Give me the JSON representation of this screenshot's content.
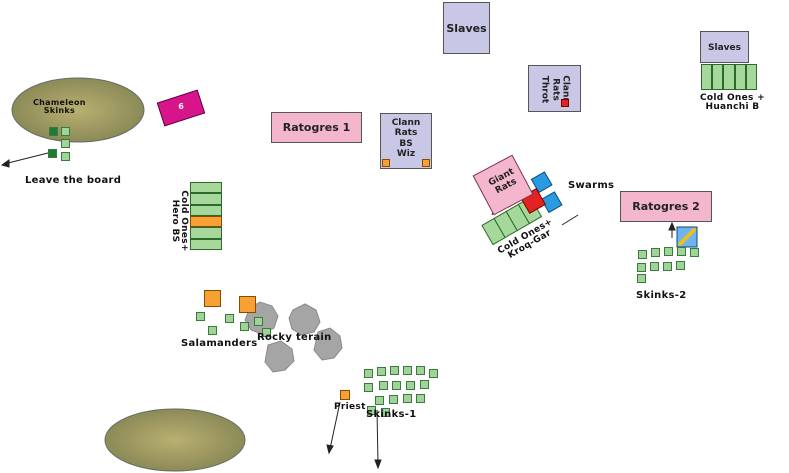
{
  "units": {
    "slaves_top": "Slaves",
    "slaves_right": "Slaves",
    "ratogres_1": "Ratogres 1",
    "ratogres_2": "Ratogres 2",
    "clann_rats_bs_wiz": "Clann\nRats\nBS\nWiz",
    "clann_rats_throt": "Clann\nRats\nThrot",
    "giant_rats": "Giant\nRats",
    "small_magenta_unit": "6"
  },
  "labels": {
    "chameleon_skinks": "Chameleon\nSkinks",
    "leave_the_board": "Leave the board",
    "cold_ones_hero_bs": "Cold Ones+\nHero BS",
    "cold_ones_huanchi": "Cold Ones +\nHuanchi B",
    "cold_ones_kroq_gar": "Cold Ones+\nKroq-Gar",
    "swarms": "Swarms",
    "skinks_2": "Skinks-2",
    "salamanders": "Salamanders",
    "rocky_terrain": "Rocky terain",
    "priest": "Priest",
    "skinks_1": "Skinks-1"
  },
  "colors": {
    "skaven_unit": "#c8c8e6",
    "ratogre": "#f3b6cc",
    "cold_one": "#a6d89c",
    "skink": "#a6d89c",
    "chameleon": "#1f7a3a",
    "salamander": "#f7a033",
    "swarm": "#2a9be0",
    "forest": "#8a8f57",
    "rock": "#a0a0a0",
    "magenta": "#d8148a",
    "red": "#e32222"
  }
}
